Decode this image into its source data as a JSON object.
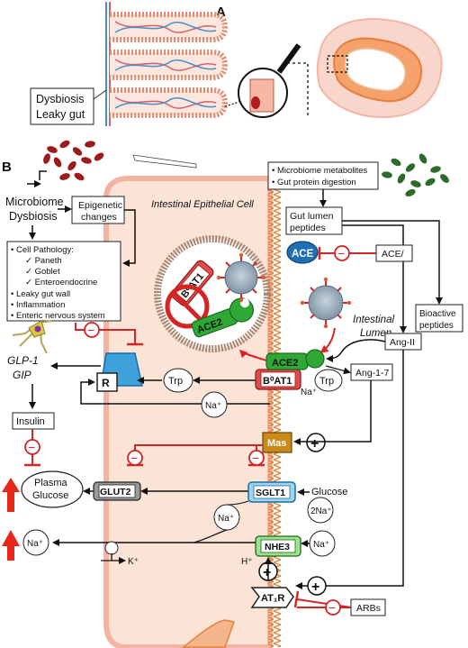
{
  "panel_a": {
    "label": "A",
    "callout_line1": "Dysbiosis",
    "callout_line2": "Leaky gut"
  },
  "panel_b": {
    "label": "B",
    "microbiome_dysbiosis": [
      "Microbiome",
      "Dysbiosis"
    ],
    "epigenetic": [
      "Epigenetic",
      "changes"
    ],
    "cell_title": "Intestinal Epithelial Cell",
    "pathology": {
      "header": "• Cell Pathology:",
      "sub": [
        "✓ Paneth",
        "✓ Goblet",
        "✓ Enteroendocrine"
      ],
      "items": [
        "• Leaky gut wall",
        "• Inflammation",
        "• Enteric nervous system"
      ]
    },
    "metabolites": [
      "• Microbiome metabolites",
      "• Gut protein digestion"
    ],
    "gut_lumen_peptides": [
      "Gut lumen",
      "peptides"
    ],
    "ace": "ACE",
    "acei": "ACE/",
    "bioactive_peptides": [
      "Bioactive",
      "peptides"
    ],
    "intestinal_lumen": [
      "Intestinal",
      "Lumen"
    ],
    "ang2": "Ang-II",
    "ang17": "Ang-1-7",
    "ace2": "ACE2",
    "b0at1": "B⁰AT1",
    "b0at1_inset": "B⁰AT1",
    "ace2_inset": "ACE2",
    "glp1": "GLP-1",
    "gip": "GIP",
    "r": "R",
    "trp": "Trp",
    "na": "Na⁺",
    "insulin": "Insulin",
    "mas": "Mas",
    "plasma_glucose": [
      "Plasma",
      "Glucose"
    ],
    "glut2": "GLUT2",
    "sglt1": "SGLT1",
    "glucose": "Glucose",
    "two_na": "2Na⁺",
    "nhe3": "NHE3",
    "h": "H⁺",
    "k": "K⁺",
    "at1r": "AT₁R",
    "arbs": "ARBs",
    "minus": "−",
    "plus": "+"
  },
  "colors": {
    "inhibit": "#d62424",
    "upregulate": "#e8271c",
    "membrane": "#e2833a",
    "cell_fill": "#fbe3d6",
    "ace_blue": "#1f6fb5",
    "ace2_green": "#2fa836",
    "b0at1_red": "#e24b4b",
    "mas_gold": "#c98a1a",
    "glut2_gray": "#9a9a9a",
    "sglt1_blue": "#9fd3ee",
    "nhe3_green": "#9fe08f"
  }
}
